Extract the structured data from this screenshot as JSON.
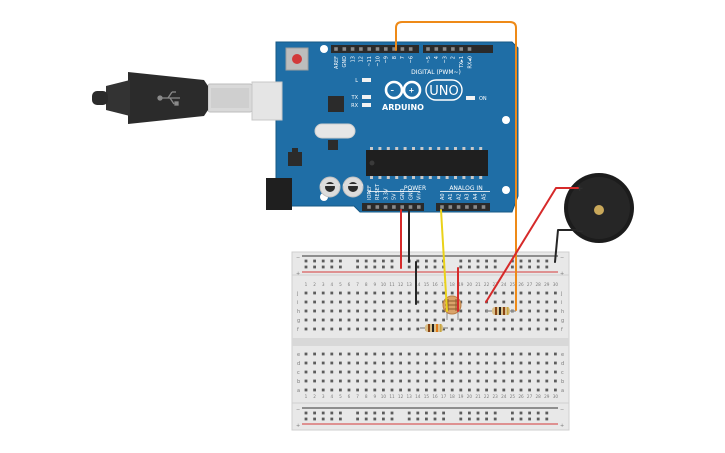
{
  "board": {
    "brand": "ARDUINO",
    "model": "UNO",
    "digital_header": "DIGITAL (PWM~)",
    "power_header": "POWER",
    "analog_header": "ANALOG IN",
    "on_label": "ON",
    "led_labels": [
      "L",
      "TX",
      "RX"
    ],
    "digital_pins": [
      "AREF",
      "GND",
      "13",
      "12",
      "~11",
      "~10",
      "~9",
      "8",
      "7",
      "~6",
      "~5",
      "4",
      "~3",
      "2",
      "TX▸1",
      "RX◂0"
    ],
    "power_pins": [
      "IOREF",
      "RESET",
      "3.3V",
      "5V",
      "GND",
      "GND",
      "Vin"
    ],
    "analog_pins": [
      "A0",
      "A1",
      "A2",
      "A3",
      "A4",
      "A5"
    ]
  },
  "breadboard": {
    "row_letters_top": [
      "j",
      "i",
      "h",
      "g",
      "f"
    ],
    "row_letters_bottom": [
      "e",
      "d",
      "c",
      "b",
      "a"
    ],
    "columns": 30
  },
  "buzzer": {
    "plus": "+",
    "minus": "−"
  },
  "rails": {
    "plus": "+",
    "minus": "−"
  },
  "colors": {
    "board": "#1f6ea6",
    "board_edge": "#175986",
    "wire_red": "#d62a2a",
    "wire_black": "#262626",
    "wire_yellow": "#ead21a",
    "wire_orange": "#ee8a18",
    "rail_red": "#d33a3a",
    "rail_black": "#333333"
  }
}
